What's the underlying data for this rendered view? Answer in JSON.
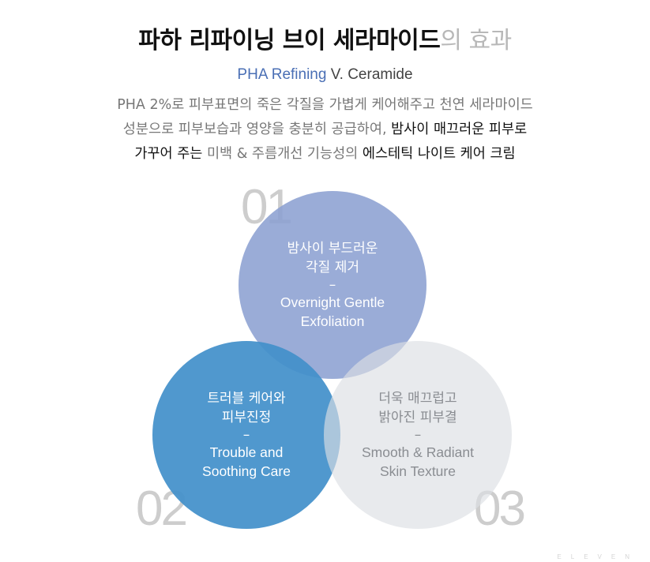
{
  "header": {
    "title_main": "파하 리파이닝 브이 세라마이드",
    "title_suffix": "의 효과",
    "subtitle_accent": "PHA Refining",
    "subtitle_rest": " V. Ceramide"
  },
  "description": {
    "line1": "PHA 2%로 피부표면의 죽은 각질을 가볍게 케어해주고 천연 세라마이드",
    "line2_a": "성분으로 피부보습과 영양을 충분히 공급하여, ",
    "line2_b": "밤사이 매끄러운 피부로",
    "line3_a": "가꾸어 주는",
    "line3_b": " 미백 & 주름개선 기능성의 ",
    "line3_c": "에스테틱 나이트 케어 크림"
  },
  "benefits": [
    {
      "number": "01",
      "ko_line1": "밤사이 부드러운",
      "ko_line2": "각질 제거",
      "dash": "–",
      "en_line1": "Overnight Gentle",
      "en_line2": "Exfoliation"
    },
    {
      "number": "02",
      "ko_line1": "트러블 케어와",
      "ko_line2": "피부진정",
      "dash": "–",
      "en_line1": "Trouble and",
      "en_line2": "Soothing Care"
    },
    {
      "number": "03",
      "ko_line1": "더욱 매끄럽고",
      "ko_line2": "밝아진 피부결",
      "dash": "–",
      "en_line1": "Smooth & Radiant",
      "en_line2": "Skin Texture"
    }
  ],
  "watermark": "ELEVEN",
  "colors": {
    "accent": "#4a6fb5",
    "circle1": "#8ca0d1",
    "circle2": "#4390ca",
    "circle3": "#dcdfe4"
  }
}
